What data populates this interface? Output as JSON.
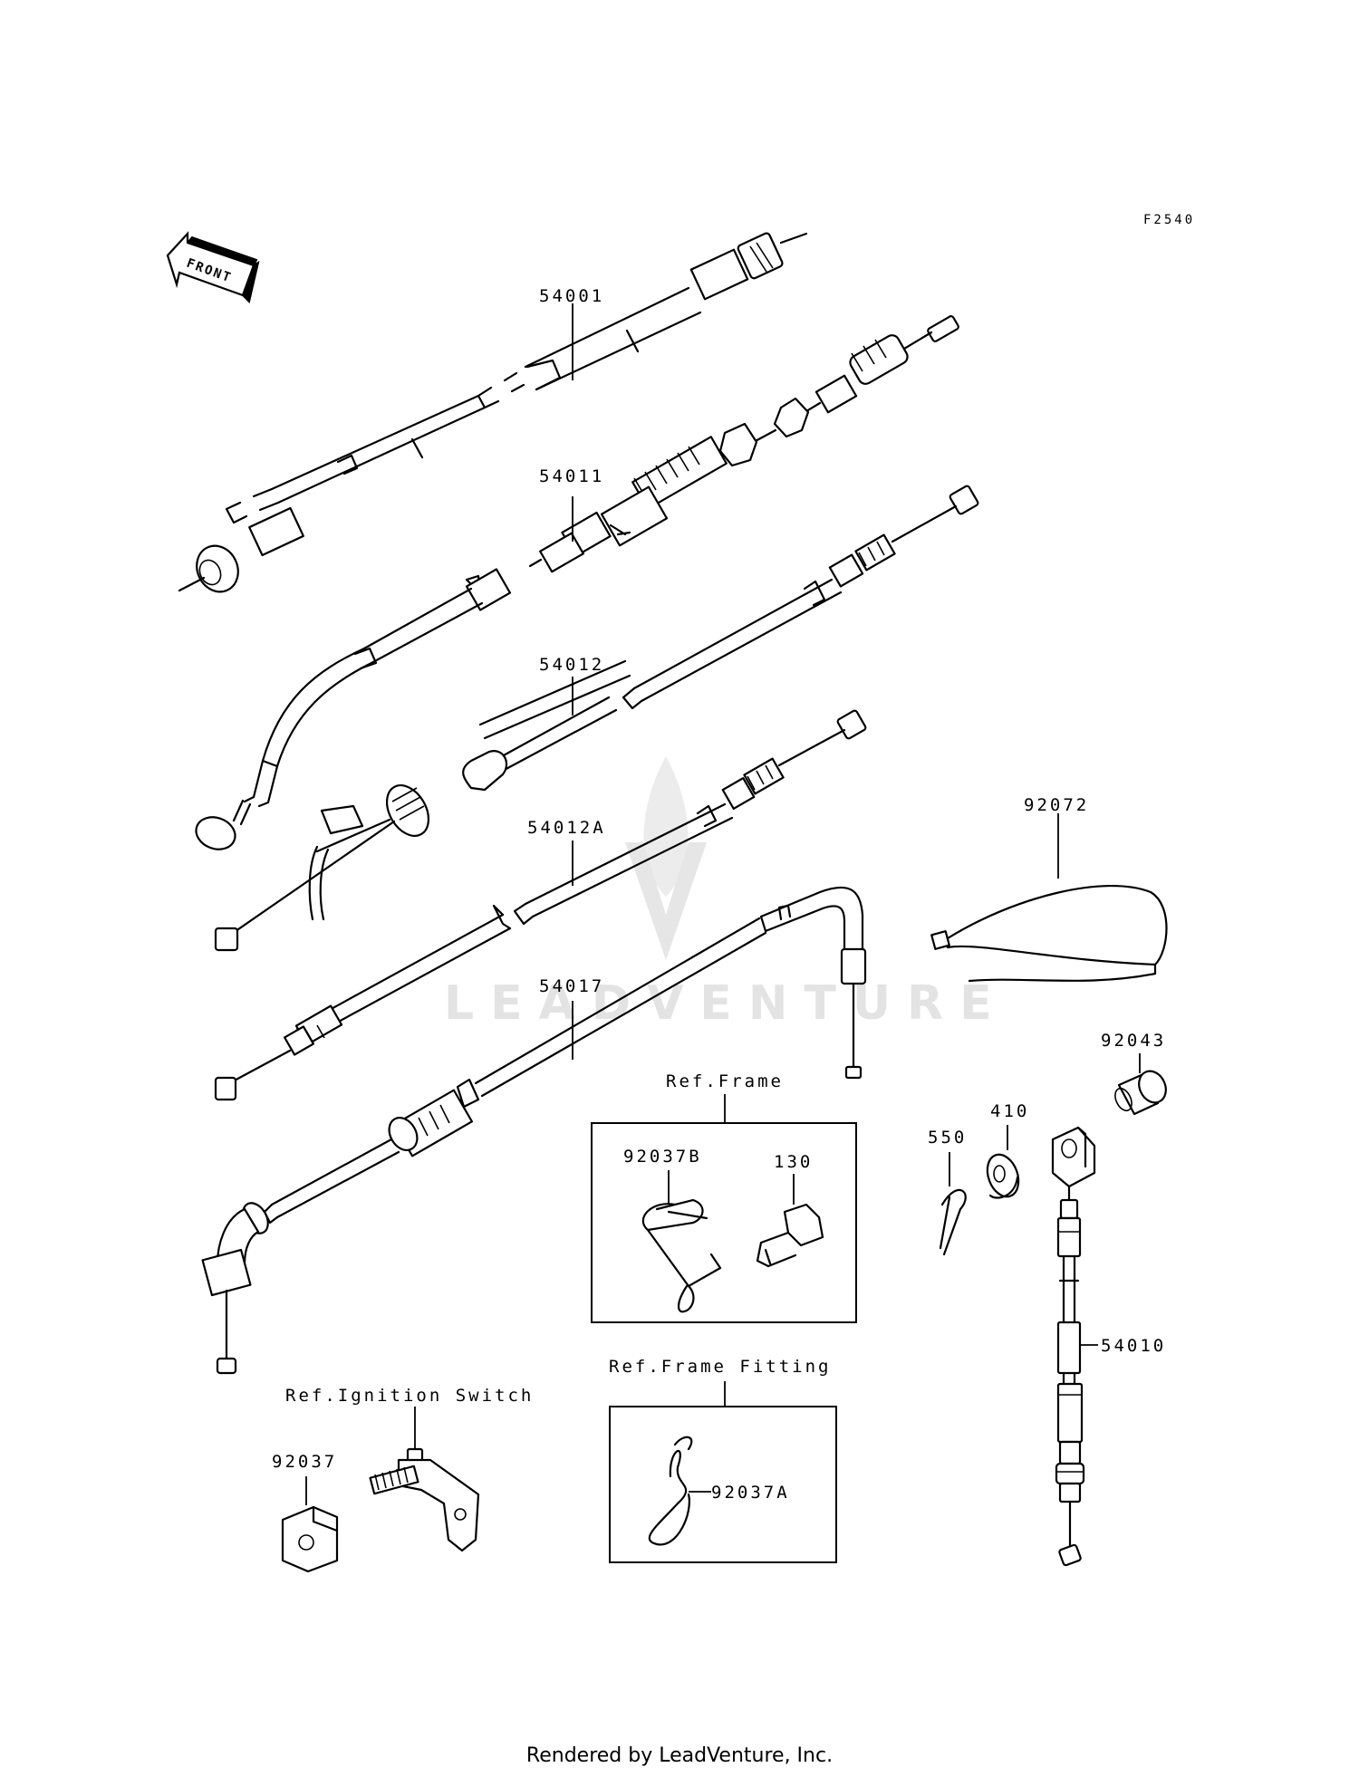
{
  "diagram": {
    "code": "F2540",
    "front_label": "FRONT",
    "watermark": "LEADVENTURE",
    "footer": "Rendered by LeadVenture, Inc.",
    "callouts": {
      "p54001": "54001",
      "p54011": "54011",
      "p54012": "54012",
      "p54012a": "54012A",
      "p54017": "54017",
      "p92072": "92072",
      "p92043": "92043",
      "p410": "410",
      "p550": "550",
      "p54010": "54010",
      "p92037b": "92037B",
      "p130": "130",
      "p92037": "92037",
      "p92037a": "92037A"
    },
    "ref_boxes": {
      "frame": "Ref.Frame",
      "frame_fitting": "Ref.Frame Fitting",
      "ignition_switch": "Ref.Ignition Switch"
    }
  }
}
